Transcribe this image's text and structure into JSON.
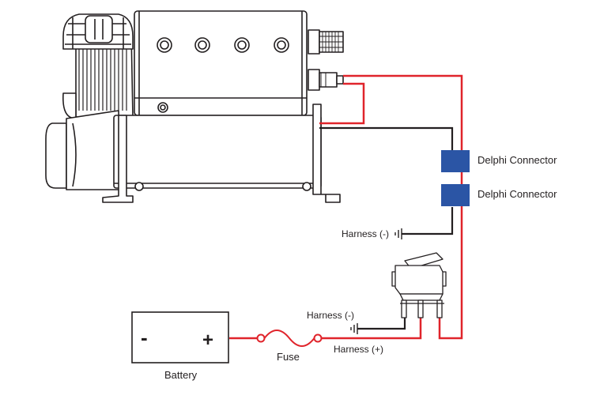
{
  "labels": {
    "delphi_connector_1": "Delphi Connector",
    "delphi_connector_2": "Delphi Connector",
    "harness_neg_ground": "Harness (-)",
    "harness_neg_switch": "Harness (-)",
    "harness_pos": "Harness (+)",
    "fuse": "Fuse",
    "battery": "Battery",
    "battery_minus": "-",
    "battery_plus": "+"
  },
  "colors": {
    "positive_wire": "#e0242b",
    "ground_wire": "#231f20",
    "connector": "#2b55a5",
    "outline": "#231f20"
  },
  "icons": [
    "compressor-icon",
    "rocker-switch-icon",
    "ground-symbol-icon",
    "fuse-icon",
    "battery-icon"
  ]
}
